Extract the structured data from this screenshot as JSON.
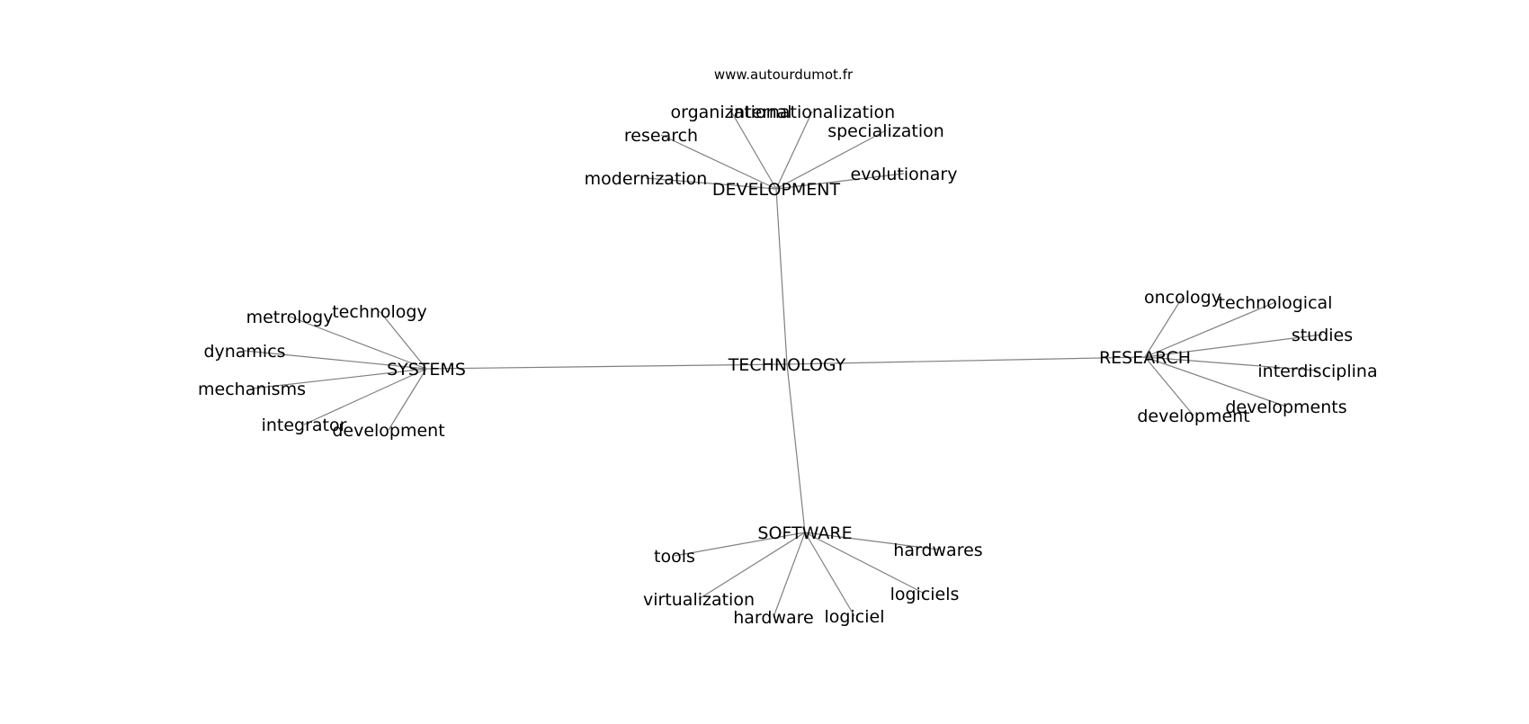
{
  "site": "www.autourdumot.fr",
  "center": "TECHNOLOGY",
  "edge_color": "#808080",
  "clusters": [
    {
      "label": "DEVELOPMENT",
      "leaves": [
        "organizational",
        "internationalization",
        "research",
        "specialization",
        "modernization",
        "evolutionary"
      ]
    },
    {
      "label": "SYSTEMS",
      "leaves": [
        "technology",
        "metrology",
        "dynamics",
        "mechanisms",
        "integrator",
        "development"
      ]
    },
    {
      "label": "RESEARCH",
      "leaves": [
        "oncology",
        "technological",
        "studies",
        "interdisciplina",
        "developments",
        "development"
      ]
    },
    {
      "label": "SOFTWARE",
      "leaves": [
        "tools",
        "hardwares",
        "virtualization",
        "logiciels",
        "hardware",
        "logiciel"
      ]
    }
  ]
}
